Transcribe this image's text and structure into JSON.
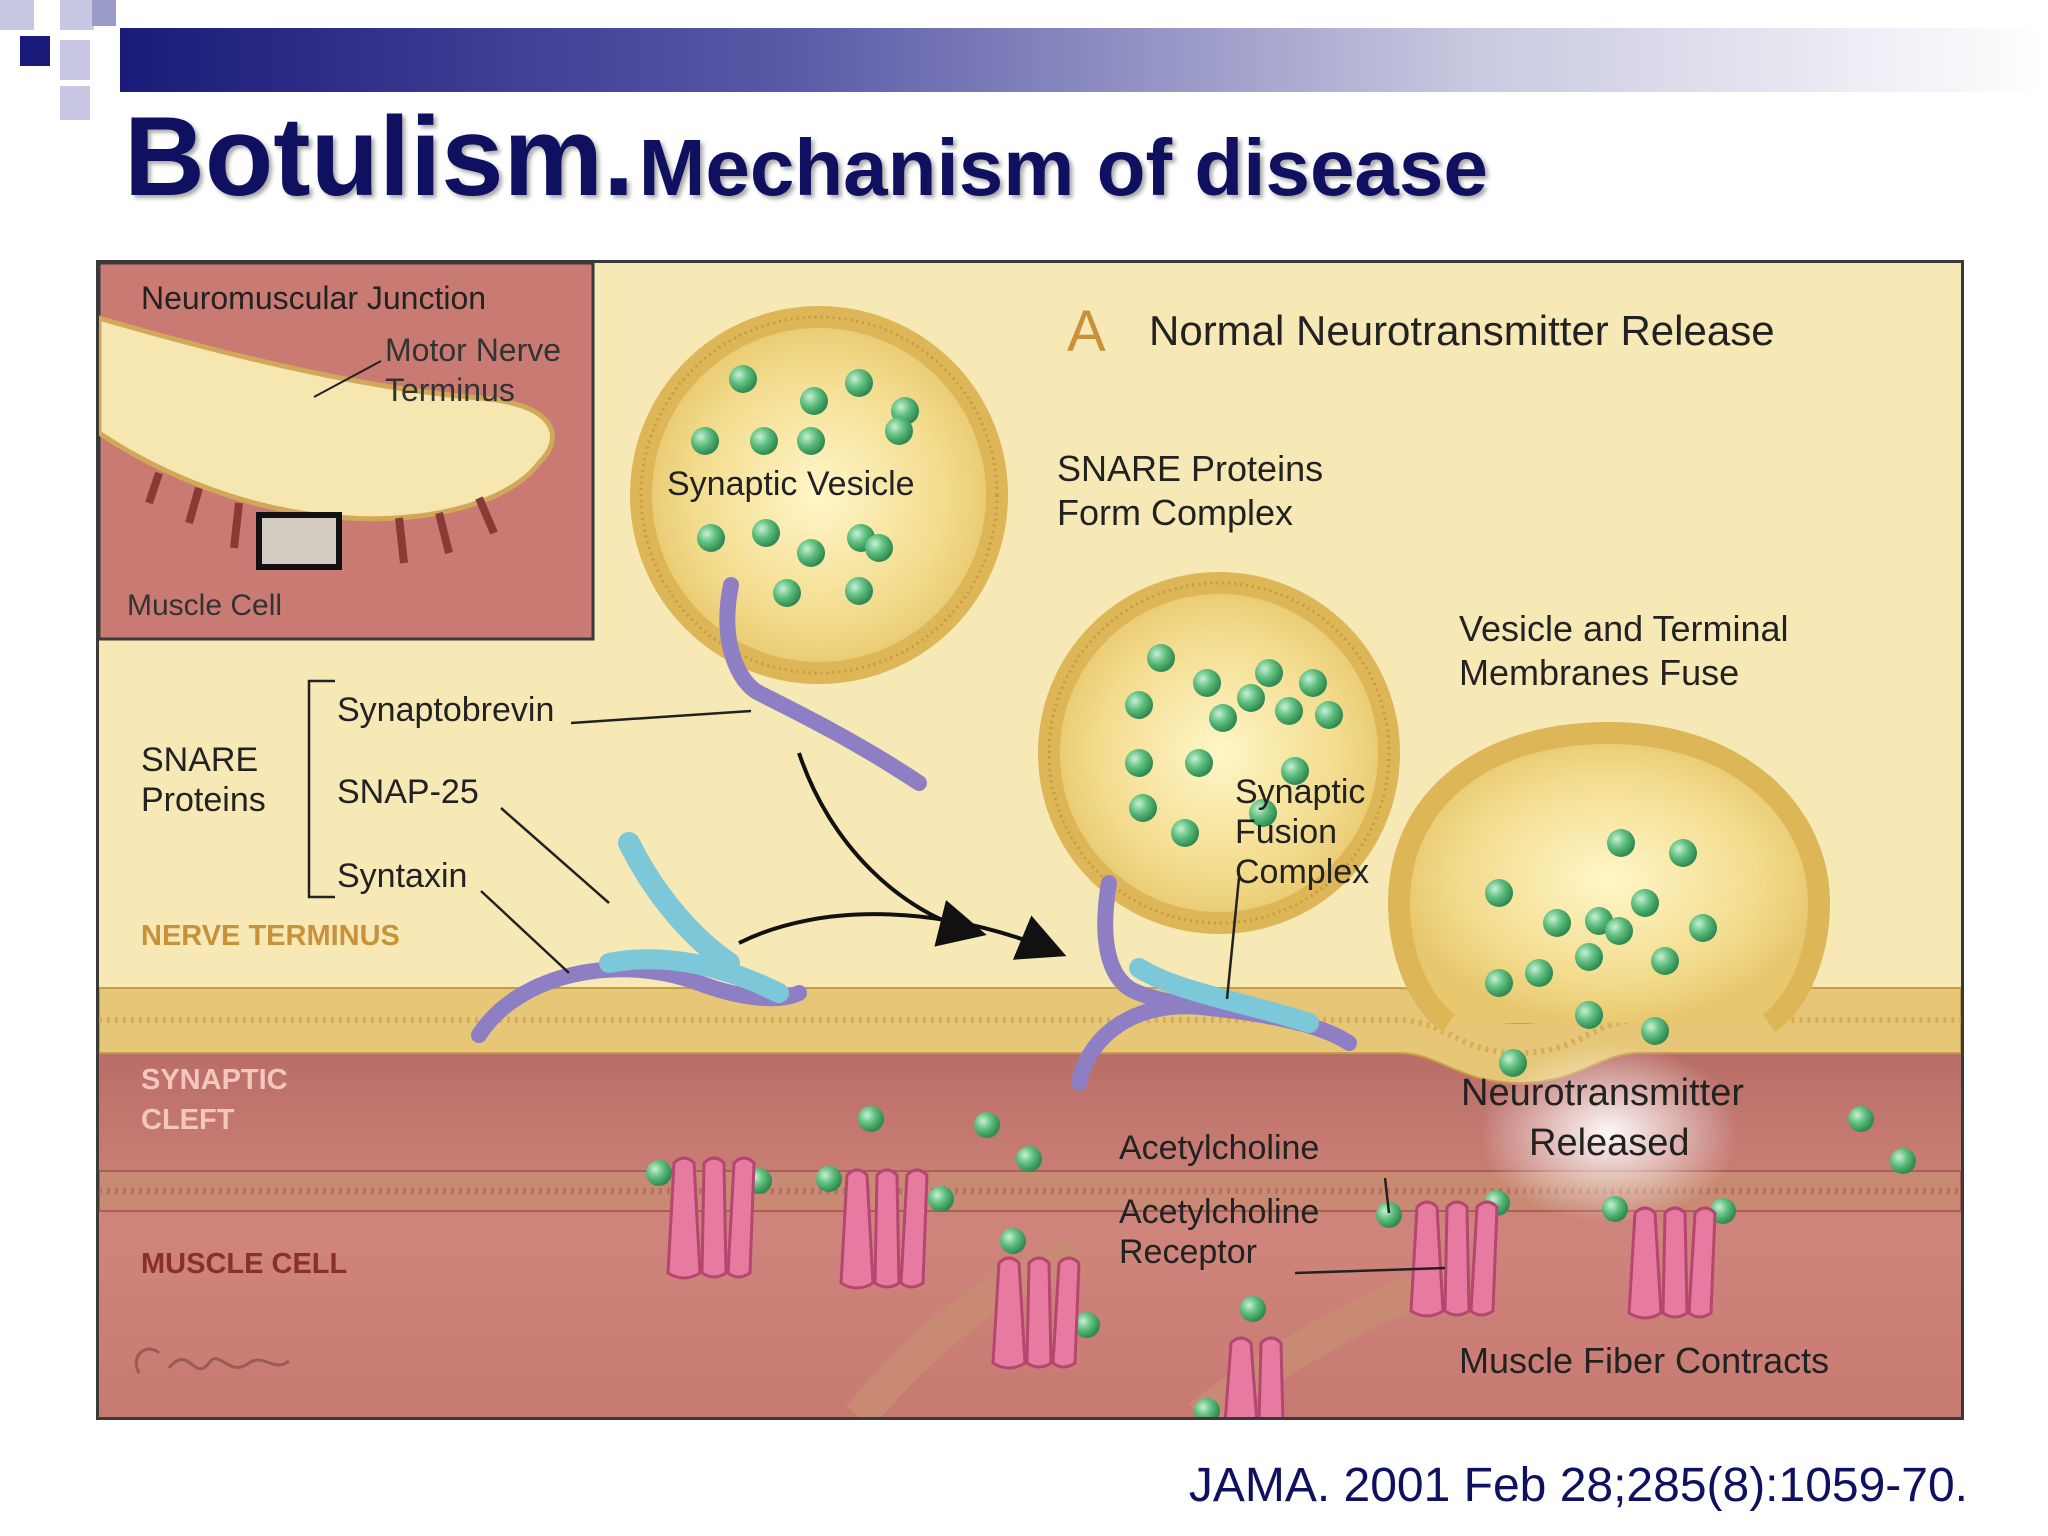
{
  "slide": {
    "title_main": "Botulism.",
    "title_sub": "Mechanism of disease",
    "citation": "JAMA. 2001 Feb 28;285(8):1059-70."
  },
  "figure": {
    "panel_letter": "A",
    "panel_title": "Normal Neurotransmitter Release",
    "inset": {
      "title": "Neuromuscular Junction",
      "nerve_label_1": "Motor Nerve",
      "nerve_label_2": "Terminus",
      "muscle_label": "Muscle Cell"
    },
    "snare": {
      "group_1": "SNARE",
      "group_2": "Proteins",
      "synaptobrevin": "Synaptobrevin",
      "snap25": "SNAP-25",
      "syntaxin": "Syntaxin"
    },
    "regions": {
      "nerve_terminus": "NERVE TERMINUS",
      "synaptic_cleft_1": "SYNAPTIC",
      "synaptic_cleft_2": "CLEFT",
      "muscle_cell": "MUSCLE CELL"
    },
    "steps": {
      "synaptic_vesicle": "Synaptic Vesicle",
      "complex_1": "SNARE Proteins",
      "complex_2": "Form Complex",
      "fusion_1": "Synaptic",
      "fusion_2": "Fusion",
      "fusion_3": "Complex",
      "fuse_1": "Vesicle and Terminal",
      "fuse_2": "Membranes Fuse",
      "released_1": "Neurotransmitter",
      "released_2": "Released",
      "acetylcholine": "Acetylcholine",
      "receptor_1": "Acetylcholine",
      "receptor_2": "Receptor",
      "contracts": "Muscle Fiber Contracts"
    },
    "colors": {
      "nerve": "#f6e7b0",
      "membrane": "#e3c06a",
      "muscle": "#c97a72",
      "acetylcholine": "#5fbf7f",
      "receptor": "#e67aa0",
      "synaptobrevin": "#8e7fc4",
      "snap25": "#7cc7d8",
      "label_gold": "#c8923a"
    }
  }
}
